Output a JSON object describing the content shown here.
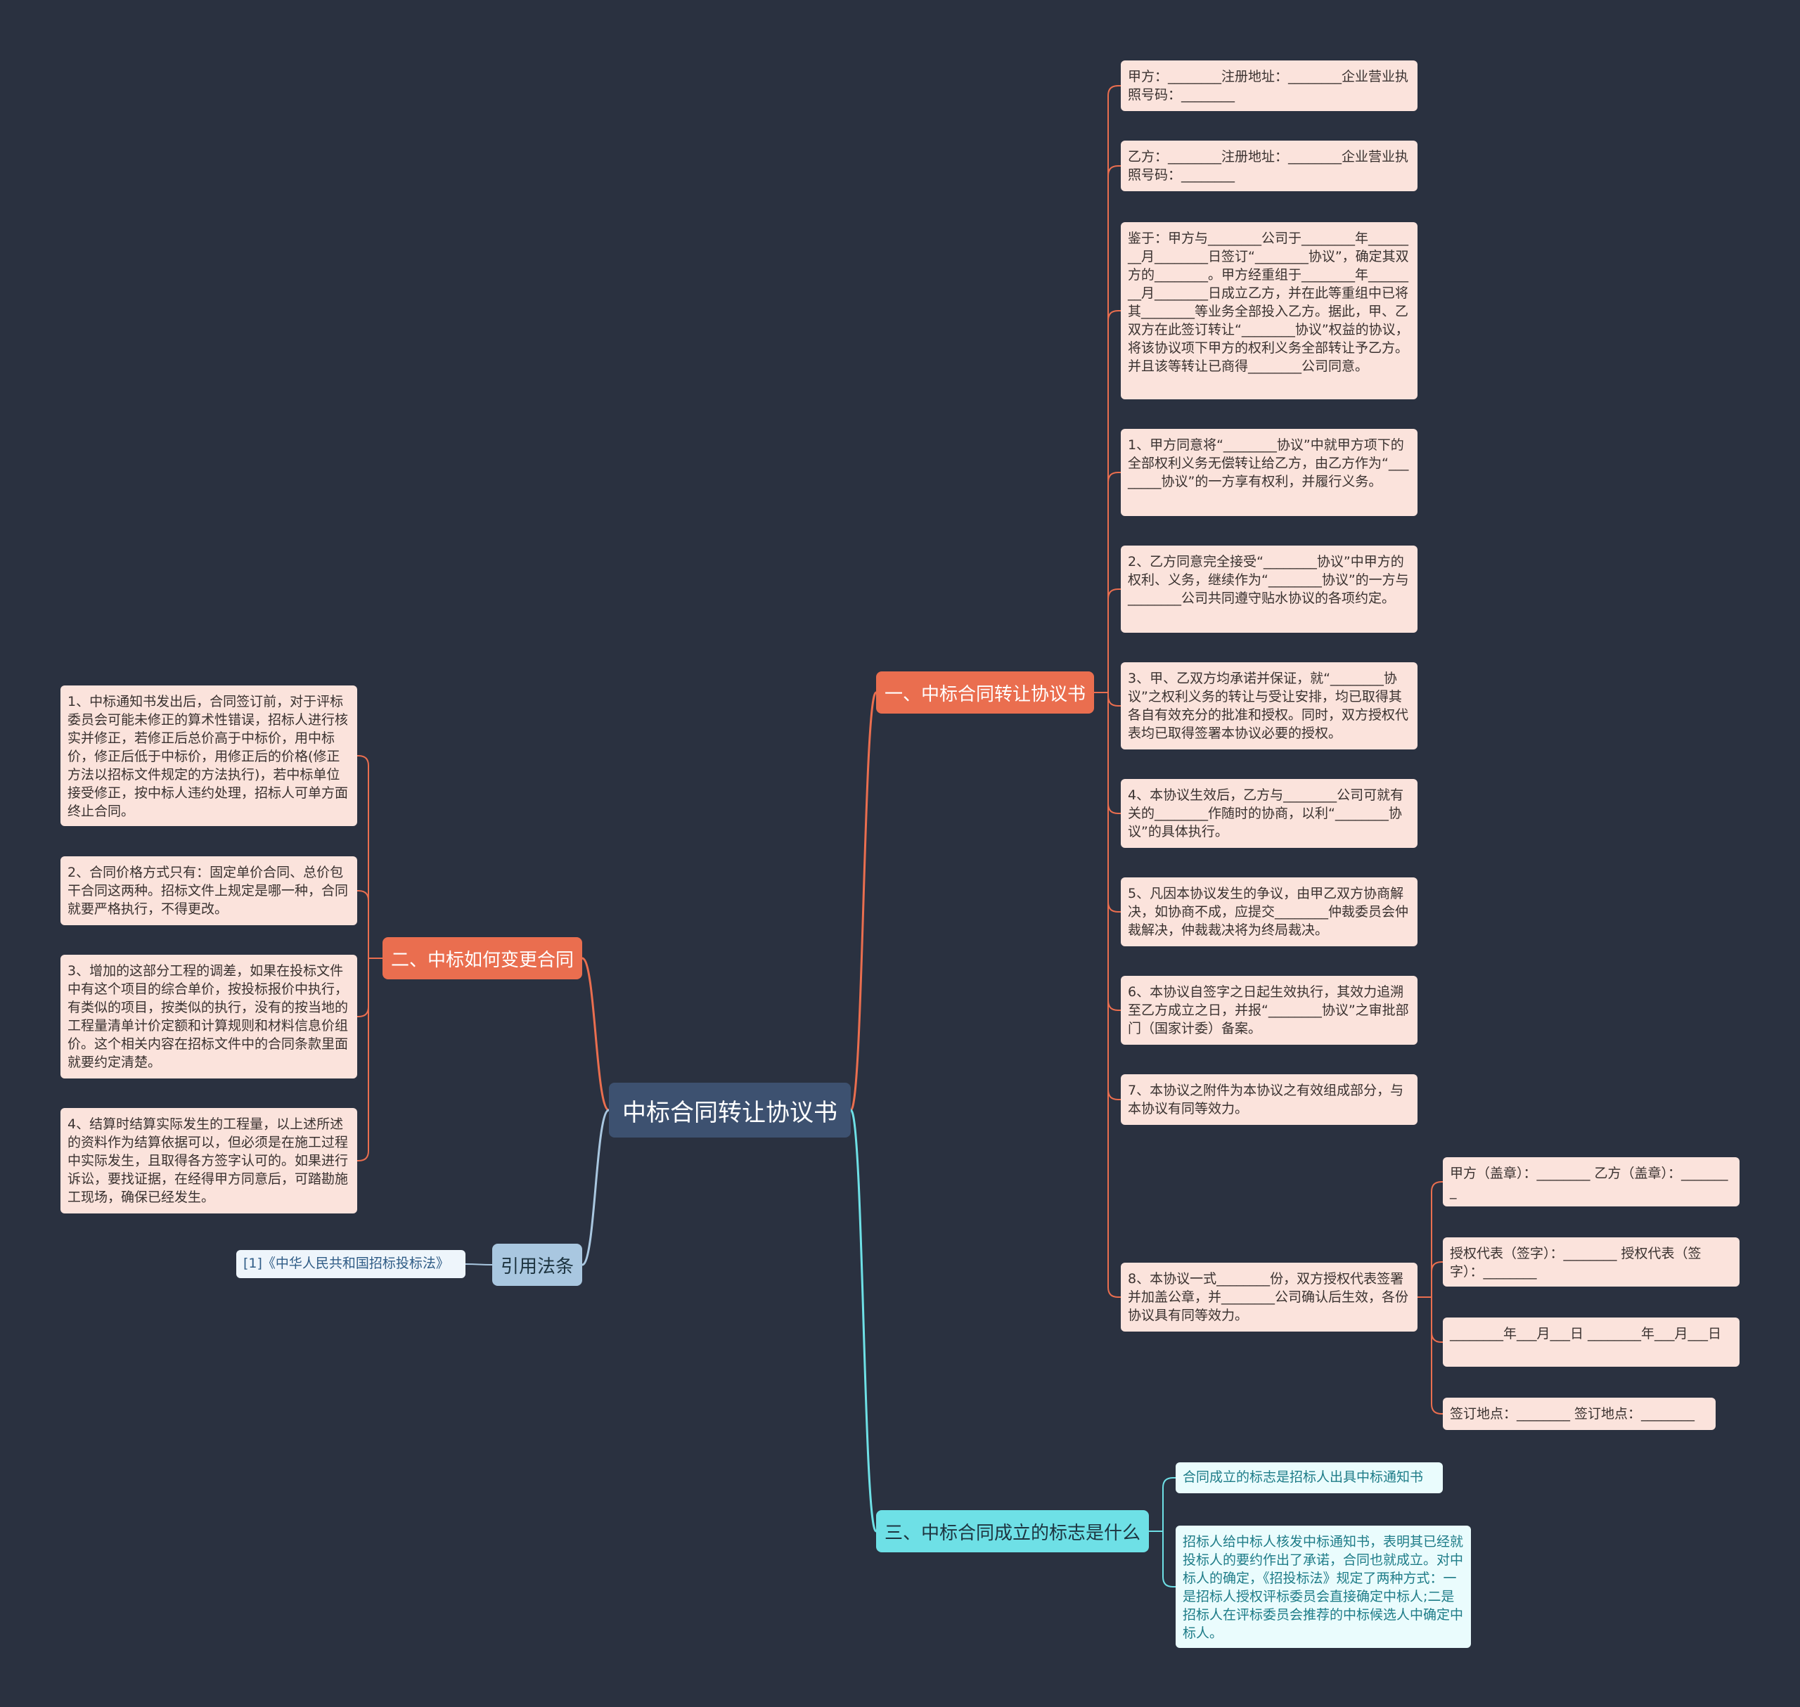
{
  "root": {
    "label": "中标合同转让协议书"
  },
  "colors": {
    "background": "#2a3140",
    "orange": "#ea6e4f",
    "cyan": "#6ee0e6",
    "blue": "#a9c7e0",
    "leaf": "#fbe3dc"
  },
  "branch1": {
    "label": "一、中标合同转让协议书",
    "items": [
      "甲方：________注册地址：________企业营业执照号码：________",
      "乙方：________注册地址：________企业营业执照号码：________",
      "鉴于：甲方与________公司于________年________月________日签订“________协议”，确定其双方的________。甲方经重组于________年________月________日成立乙方，并在此等重组中已将其________等业务全部投入乙方。据此，甲、乙双方在此签订转让“________协议”权益的协议，将该协议项下甲方的权利义务全部转让予乙方。并且该等转让已商得________公司同意。",
      "1、甲方同意将“________协议”中就甲方项下的全部权利义务无偿转让给乙方，由乙方作为“________协议”的一方享有权利，并履行义务。",
      "2、乙方同意完全接受“________协议”中甲方的权利、义务，继续作为“________协议”的一方与________公司共同遵守贴水协议的各项约定。",
      "3、甲、乙双方均承诺并保证，就“________协议”之权利义务的转让与受让安排，均已取得其各自有效充分的批准和授权。同时，双方授权代表均已取得签署本协议必要的授权。",
      "4、本协议生效后，乙方与________公司可就有关的________作随时的协商，以利“________协议”的具体执行。",
      "5、凡因本协议发生的争议，由甲乙双方协商解决，如协商不成，应提交________仲裁委员会仲裁解决，仲裁裁决将为终局裁决。",
      "6、本协议自签字之日起生效执行，其效力追溯至乙方成立之日，并报“________协议”之审批部门（国家计委）备案。",
      "7、本协议之附件为本协议之有效组成部分，与本协议有同等效力。",
      "8、本协议一式________份，双方授权代表签署并加盖公章，并________公司确认后生效，各份协议具有同等效力。"
    ],
    "sub_items": [
      "甲方（盖章）：________ 乙方（盖章）：________",
      "授权代表（签字）：________ 授权代表（签字）：________",
      "________年___月___日 ________年___月___日",
      "签订地点：________ 签订地点：________"
    ]
  },
  "branch2": {
    "label": "二、中标如何变更合同",
    "items": [
      "1、中标通知书发出后，合同签订前，对于评标委员会可能未修正的算术性错误，招标人进行核实并修正，若修正后总价高于中标价，用中标价，修正后低于中标价，用修正后的价格(修正方法以招标文件规定的方法执行)，若中标单位接受修正，按中标人违约处理，招标人可单方面终止合同。",
      "2、合同价格方式只有：固定单价合同、总价包干合同这两种。招标文件上规定是哪一种，合同就要严格执行，不得更改。",
      "3、增加的这部分工程的调差，如果在投标文件中有这个项目的综合单价，按投标报价中执行，有类似的项目，按类似的执行，没有的按当地的工程量清单计价定额和计算规则和材料信息价组价。这个相关内容在招标文件中的合同条款里面就要约定清楚。",
      "4、结算时结算实际发生的工程量，以上述所述的资料作为结算依据可以，但必须是在施工过程中实际发生，且取得各方签字认可的。如果进行诉讼，要找证据，在经得甲方同意后，可踏勘施工现场，确保已经发生。"
    ]
  },
  "branch3": {
    "label": "三、中标合同成立的标志是什么",
    "items": [
      "合同成立的标志是招标人出具中标通知书",
      "招标人给中标人核发中标通知书，表明其已经就投标人的要约作出了承诺，合同也就成立。对中标人的确定，《招投标法》规定了两种方式：一是招标人授权评标委员会直接确定中标人;二是招标人在评标委员会推荐的中标候选人中确定中标人。"
    ]
  },
  "branch4": {
    "label": "引用法条",
    "items": [
      "[1]《中华人民共和国招标投标法》"
    ]
  }
}
